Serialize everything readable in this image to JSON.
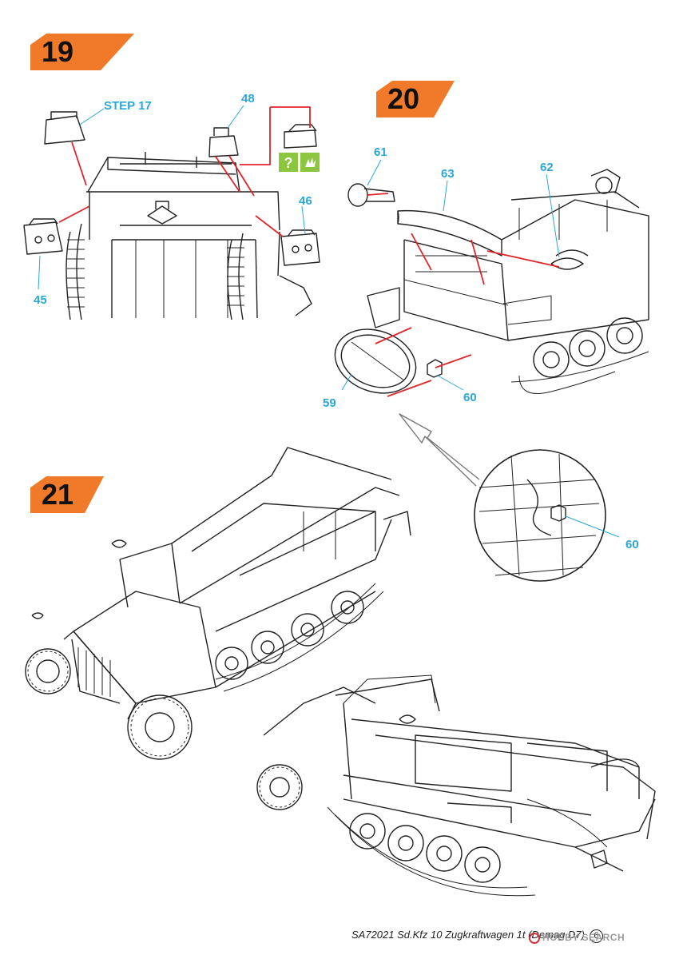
{
  "steps": {
    "s19": "19",
    "s20": "20",
    "s21": "21"
  },
  "labels": {
    "step17": "STEP 17",
    "p48": "48",
    "p46": "46",
    "p45": "45",
    "p61": "61",
    "p63": "63",
    "p62": "62",
    "p59": "59",
    "p60a": "60",
    "p60b": "60"
  },
  "footer": {
    "text": "SA72021  Sd.Kfz 10 Zugkraftwagen 1t (Demag D7)",
    "page": "6"
  },
  "watermark": {
    "brand": "HOBBY SEARCH"
  },
  "colors": {
    "step_tag": "#f07a2a",
    "label_blue": "#2aa7d8",
    "arrow_red": "#e0252b",
    "caution_green": "#8cc63f",
    "line": "#222222"
  },
  "icons": [
    "question-icon",
    "hand-icon"
  ]
}
